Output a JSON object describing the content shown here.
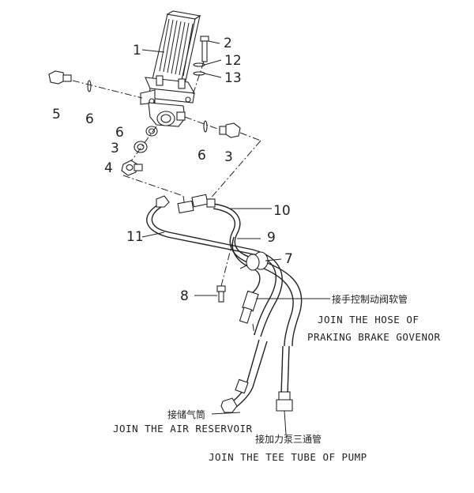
{
  "callouts": {
    "n1": "1",
    "n2": "2",
    "n12": "12",
    "n13": "13",
    "n5": "5",
    "n6a": "6",
    "n6b": "6",
    "n6c": "6",
    "n3a": "3",
    "n3b": "3",
    "n4": "4",
    "n10": "10",
    "n11": "11",
    "n9": "9",
    "n7": "7",
    "n8": "8"
  },
  "labels": {
    "hose_cn": "接手控制动阀软管",
    "hose_en1": "JOIN THE HOSE OF",
    "hose_en2": "PRAKING BRAKE GOVENOR",
    "reservoir_cn": "接储气筒",
    "reservoir_en": "JOIN THE AIR RESERVOIR",
    "tee_cn": "接加力泵三通管",
    "tee_en": "JOIN THE TEE TUBE OF PUMP"
  }
}
